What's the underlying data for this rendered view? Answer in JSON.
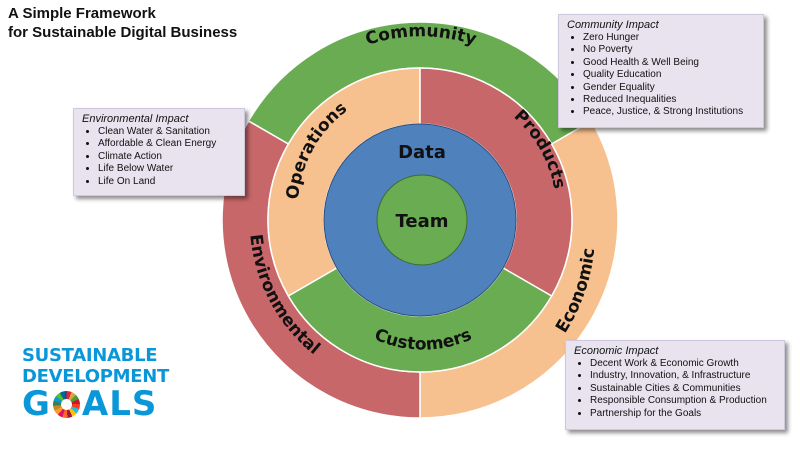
{
  "title": {
    "line1": "A Simple Framework",
    "line2": "for Sustainable Digital Business"
  },
  "rings": {
    "outer": [
      "Community",
      "Economic",
      "Environmental"
    ],
    "middle": [
      "Operations",
      "Products",
      "Customers"
    ],
    "inner": "Data",
    "core": "Team"
  },
  "colors": {
    "green": "#6aac52",
    "red": "#c8676a",
    "peach": "#f7c08f",
    "blue": "#4f81bd",
    "box": "#e8e3ef"
  },
  "boxes": {
    "environmental": {
      "heading": "Environmental Impact",
      "items": [
        "Clean Water & Sanitation",
        "Affordable & Clean Energy",
        "Climate Action",
        "Life Below Water",
        "Life On Land"
      ]
    },
    "community": {
      "heading": "Community Impact",
      "items": [
        "Zero Hunger",
        "No Poverty",
        "Good Health & Well Being",
        "Quality Education",
        "Gender Equality",
        "Reduced Inequalities",
        "Peace, Justice, & Strong Institutions"
      ]
    },
    "economic": {
      "heading": "Economic Impact",
      "items": [
        "Decent Work & Economic Growth",
        "Industry, Innovation, & Infrastructure",
        "Sustainable Cities & Communities",
        "Responsible Consumption & Production",
        "Partnership for the Goals"
      ]
    }
  },
  "logo": {
    "line1": "SUSTAINABLE",
    "line2": "DEVELOPMENT",
    "line3a": "G",
    "line3b": "ALS"
  }
}
